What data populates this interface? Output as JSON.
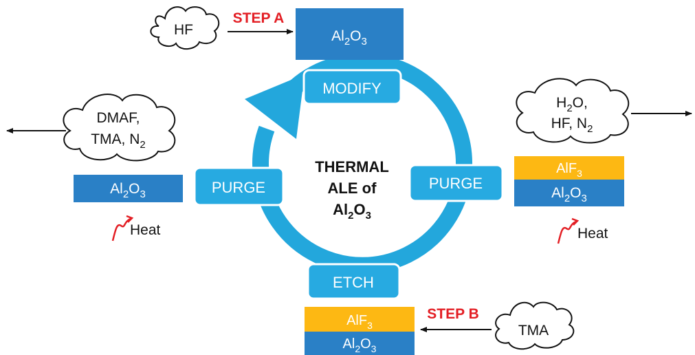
{
  "colors": {
    "cycle_blue": "#23a7dc",
    "pill_blue": "#27aae1",
    "substrate_blue": "#2a80c6",
    "fluoride_yellow": "#fdb813",
    "step_red": "#e31e24",
    "arrow_black": "#111111",
    "heat_red": "#e31e24"
  },
  "cycle": {
    "center_title_line1": "THERMAL",
    "center_title_line2": "ALE of",
    "center_title_line3_base": "Al",
    "center_title_line3_sub1": "2",
    "center_title_line3_mid": "O",
    "center_title_line3_sub2": "3",
    "modify_label": "MODIFY",
    "purge_left_label": "PURGE",
    "purge_right_label": "PURGE",
    "etch_label": "ETCH"
  },
  "step_a": {
    "label": "STEP A",
    "reactant": "HF",
    "layer_base": "Al",
    "layer_sub1": "2",
    "layer_mid": "O",
    "layer_sub2": "3"
  },
  "step_b": {
    "label": "STEP B",
    "reactant": "TMA",
    "top_layer_base": "AlF",
    "top_layer_sub": "3",
    "bottom_layer_base": "Al",
    "bottom_layer_sub1": "2",
    "bottom_layer_mid": "O",
    "bottom_layer_sub2": "3"
  },
  "left_purge": {
    "cloud_line1": "DMAF,",
    "cloud_line2_a": "TMA, N",
    "cloud_line2_sub": "2",
    "layer_base": "Al",
    "layer_sub1": "2",
    "layer_mid": "O",
    "layer_sub2": "3",
    "heat_label": "Heat"
  },
  "right_purge": {
    "cloud_line1_a": "H",
    "cloud_line1_sub": "2",
    "cloud_line1_b": "O,",
    "cloud_line2_a": "HF, N",
    "cloud_line2_sub": "2",
    "top_layer_base": "AlF",
    "top_layer_sub": "3",
    "bottom_layer_base": "Al",
    "bottom_layer_sub1": "2",
    "bottom_layer_mid": "O",
    "bottom_layer_sub2": "3",
    "heat_label": "Heat"
  }
}
